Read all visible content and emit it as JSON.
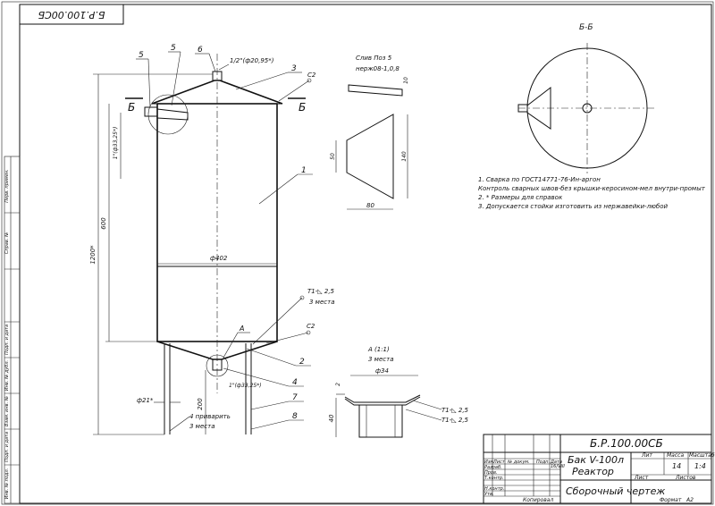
{
  "sheet": {
    "top_code": "Б.Р.100.00СБ",
    "side_stamp": {
      "perv_primen": "Перв. примен.",
      "sprav_no": "Справ. №",
      "podp_data": "Подп. и дата",
      "inv_dubl": "Инв. № дубл.",
      "vzam_inv": "Взам. инв. №",
      "podp_data2": "Подп. и дата",
      "inv_podl": "Инв. № подл."
    }
  },
  "main_view": {
    "callouts": [
      "5",
      "5",
      "6",
      "3",
      "1",
      "2",
      "4",
      "7",
      "8"
    ],
    "section_letter_left": "Б",
    "section_letter_right": "Б",
    "thread_top": "1/2\"(ф20,95*)",
    "thread_side": "1\"(ф33,25*)",
    "thread_bottom": "1\"(ф33,25*)",
    "weld_c2_top": "С2",
    "weld_c2_bottom": "С2",
    "weld_t1": "Т1-◺ 2,5",
    "weld_t1_places": "3 места",
    "detail_mark": "А",
    "dim_600": "600",
    "dim_1200": "1200*",
    "dim_200": "200",
    "dim_diam_402": "ф402",
    "dim_diam_21": "ф21*",
    "note_legs": "4 приварить",
    "note_legs_places": "3 места"
  },
  "drain_detail": {
    "title": "Слив Поз 5",
    "material": "нерж08-1,0,8",
    "dim_10": "10",
    "dim_50": "50",
    "dim_140": "140",
    "dim_80": "80"
  },
  "section_bb": {
    "label": "Б-Б"
  },
  "notes": [
    "1. Сварка по ГОСТ14771-76-Ин-аргон",
    "Контроль сварных швов-без крышки-керосином-мел внутри-промыт",
    "2. * Размеры для справок",
    "3. Допускается стойки изготовить из нержавейки-любой"
  ],
  "detail_a": {
    "title": "А (1:1)",
    "places": "3 места",
    "dim_diam_34": "ф34",
    "dim_40": "40",
    "dim_2": "2",
    "weld1": "Т1-◺ 2,5",
    "weld2": "Т1-◺ 2,5"
  },
  "title_block": {
    "code": "Б.Р.100.00СБ",
    "name_line1": "Бак V-100л",
    "name_line2": "Реактор",
    "doc_type": "Сборочный чертеж",
    "col_lit": "Лит",
    "col_mass": "Масса",
    "col_scale": "Масштаб",
    "mass_value": "14",
    "scale_value": "1:4",
    "sheet_label": "Лист",
    "sheets_label": "Листов",
    "header_izm": "Изм.",
    "header_list": "Лист",
    "header_doc": "№ докум.",
    "header_podp": "Подп.",
    "header_data": "Дата",
    "date_value": "16/VIII",
    "row_razrab": "Разраб.",
    "row_prov": "Пров.",
    "row_tkontr": "Т.контр.",
    "row_nkontr": "Н.контр.",
    "row_utv": "Утв.",
    "copied": "Копировал",
    "format_label": "Формат",
    "format_value": "А2"
  }
}
